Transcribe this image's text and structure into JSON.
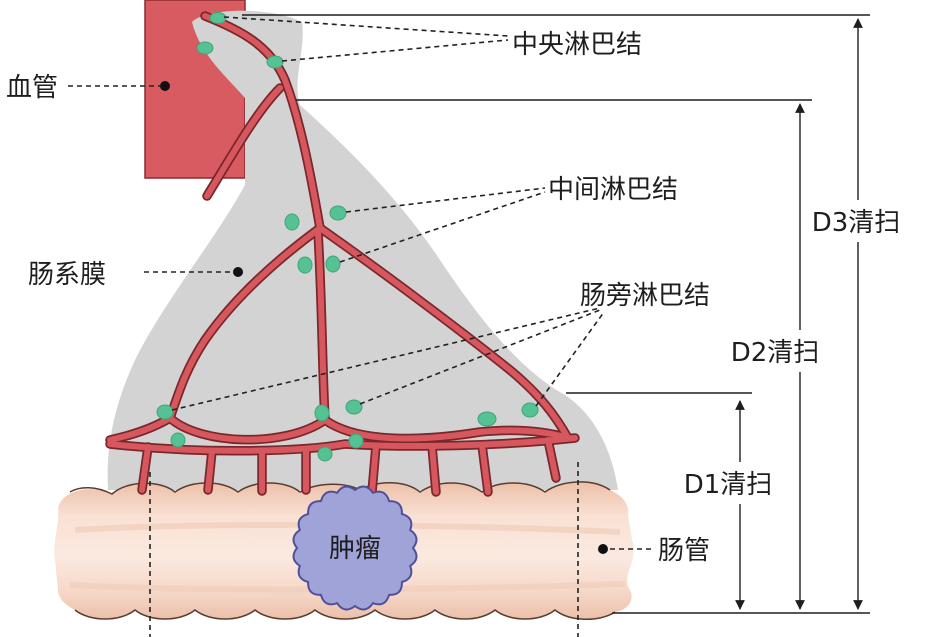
{
  "labels": {
    "vessel": "血管",
    "central_nodes": "中央淋巴结",
    "intermediate_nodes": "中间淋巴结",
    "paracolic_nodes": "肠旁淋巴结",
    "mesentery": "肠系膜",
    "bowel": "肠管",
    "tumor": "肿瘤",
    "d1": "D1清扫",
    "d2": "D2清扫",
    "d3": "D3清扫"
  },
  "colors": {
    "vessel": "#d6585e",
    "vessel_block": "#d75b61",
    "node": "#55c294",
    "mesentery": "#d3d3d3",
    "tumor": "#9fa3d8",
    "bowel": "#f7dccd"
  }
}
